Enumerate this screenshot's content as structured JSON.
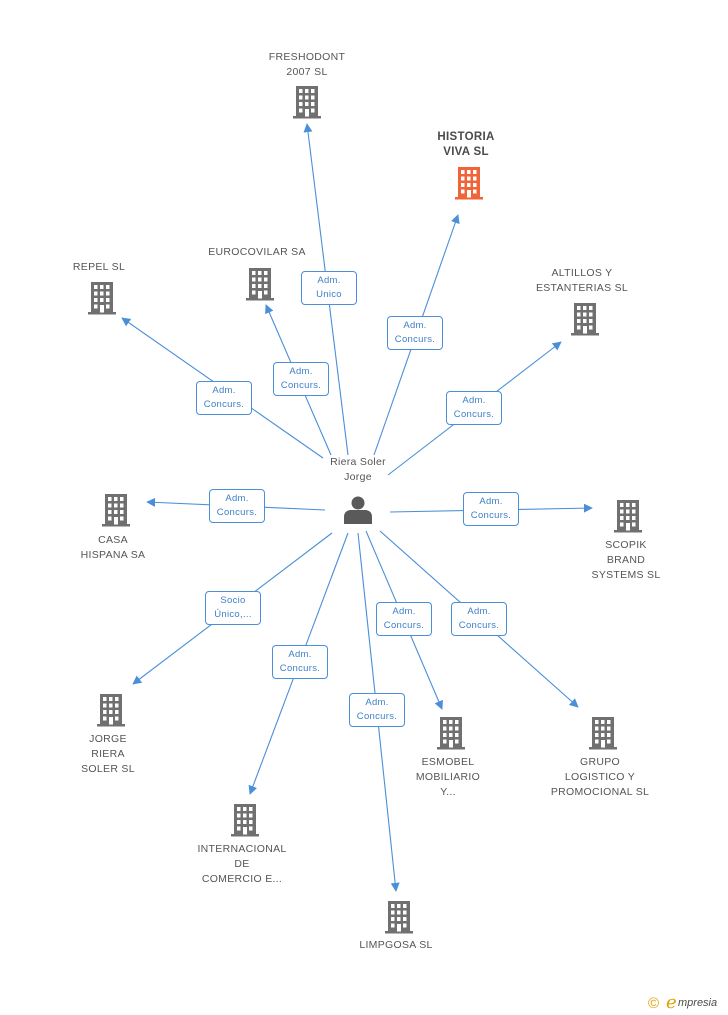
{
  "center": {
    "label_lines": [
      "Riera Soler",
      "Jorge"
    ],
    "icon": "person-icon"
  },
  "companies": [
    {
      "id": "freshodont",
      "lines": [
        "FRESHODONT",
        "2007 SL"
      ],
      "highlight": false,
      "icon": "building-icon"
    },
    {
      "id": "historia-viva",
      "lines": [
        "HISTORIA",
        "VIVA SL"
      ],
      "highlight": true,
      "icon": "building-icon"
    },
    {
      "id": "eurocovilar",
      "lines": [
        "EUROCOVILAR SA"
      ],
      "highlight": false,
      "icon": "building-icon"
    },
    {
      "id": "repel",
      "lines": [
        "REPEL SL"
      ],
      "highlight": false,
      "icon": "building-icon"
    },
    {
      "id": "altillos",
      "lines": [
        "ALTILLOS Y",
        "ESTANTERIAS SL"
      ],
      "highlight": false,
      "icon": "building-icon"
    },
    {
      "id": "casa-hispana",
      "lines": [
        "CASA",
        "HISPANA SA"
      ],
      "highlight": false,
      "icon": "building-icon"
    },
    {
      "id": "scopik",
      "lines": [
        "SCOPIK",
        "BRAND",
        "SYSTEMS SL"
      ],
      "highlight": false,
      "icon": "building-icon"
    },
    {
      "id": "jorge-riera",
      "lines": [
        "JORGE",
        "RIERA",
        "SOLER SL"
      ],
      "highlight": false,
      "icon": "building-icon"
    },
    {
      "id": "esmobel",
      "lines": [
        "ESMOBEL",
        "MOBILIARIO",
        "Y..."
      ],
      "highlight": false,
      "icon": "building-icon"
    },
    {
      "id": "grupo-logistico",
      "lines": [
        "GRUPO",
        "LOGISTICO Y",
        "PROMOCIONAL SL"
      ],
      "highlight": false,
      "icon": "building-icon"
    },
    {
      "id": "internacional",
      "lines": [
        "INTERNACIONAL",
        "DE",
        "COMERCIO E..."
      ],
      "highlight": false,
      "icon": "building-icon"
    },
    {
      "id": "limpgosa",
      "lines": [
        "LIMPGOSA SL"
      ],
      "highlight": false,
      "icon": "building-icon"
    }
  ],
  "relations": [
    {
      "to": "freshodont",
      "lines": [
        "Adm.",
        "Unico"
      ]
    },
    {
      "to": "historia-viva",
      "lines": [
        "Adm.",
        "Concurs."
      ]
    },
    {
      "to": "eurocovilar",
      "lines": [
        "Adm.",
        "Concurs."
      ]
    },
    {
      "to": "repel",
      "lines": [
        "Adm.",
        "Concurs."
      ]
    },
    {
      "to": "altillos",
      "lines": [
        "Adm.",
        "Concurs."
      ]
    },
    {
      "to": "casa-hispana",
      "lines": [
        "Adm.",
        "Concurs."
      ]
    },
    {
      "to": "scopik",
      "lines": [
        "Adm.",
        "Concurs."
      ]
    },
    {
      "to": "jorge-riera",
      "lines": [
        "Socio",
        "Único,..."
      ]
    },
    {
      "to": "esmobel",
      "lines": [
        "Adm.",
        "Concurs."
      ]
    },
    {
      "to": "grupo-logistico",
      "lines": [
        "Adm.",
        "Concurs."
      ]
    },
    {
      "to": "internacional",
      "lines": [
        "Adm.",
        "Concurs."
      ]
    },
    {
      "to": "limpgosa",
      "lines": [
        "Adm.",
        "Concurs."
      ]
    }
  ],
  "colors": {
    "edge": "#4a8fd8",
    "building": "#707070",
    "highlight": "#f0643a",
    "person": "#5a5a5a"
  },
  "footer": {
    "copyright_symbol": "©",
    "brand_initial": "e",
    "brand_rest": "mpresia"
  }
}
